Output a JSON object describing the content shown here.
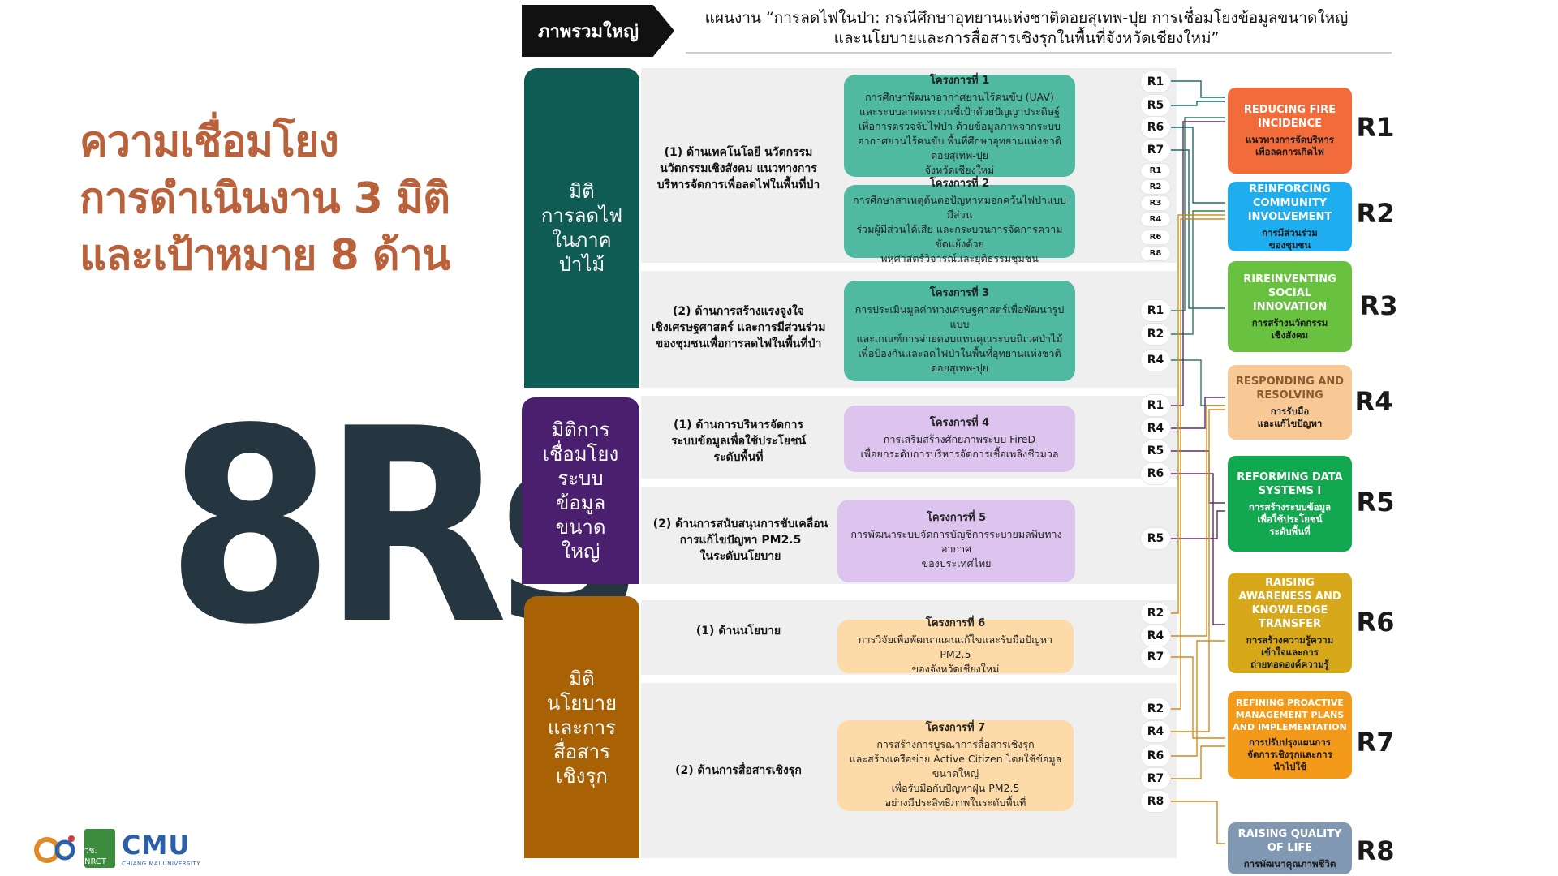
{
  "left": {
    "title_lines": [
      "ความเชื่อมโยง",
      "การดำเนินงาน 3 มิติ",
      "และเป้าหมาย 8 ด้าน"
    ],
    "big_text": "8Rs",
    "logos": {
      "logo_b_text": "วช. NRCT",
      "logo_c_text": "CMU",
      "logo_c_sub": "CHIANG MAI UNIVERSITY"
    }
  },
  "header": {
    "tag": "ภาพรวมใหญ่",
    "line1": "แผนงาน “การลดไฟในป่า: กรณีศึกษาอุทยานแห่งชาติดอยสุเทพ-ปุย การเชื่อมโยงข้อมูลขนาดใหญ่",
    "line2": "และนโยบายและการสื่อสารเชิงรุกในพื้นที่จังหวัดเชียงใหม่”"
  },
  "dimensions": [
    {
      "label": "มิติ\nการลดไฟ\nในภาค\nป่าไม้",
      "color": "#0f5c55"
    },
    {
      "label": "มิติการ\nเชื่อมโยง\nระบบ\nข้อมูล\nขนาด\nใหญ่",
      "color": "#4a1f6e"
    },
    {
      "label": "มิติ\nนโยบาย\nและการ\nสื่อสาร\nเชิงรุก",
      "color": "#a86105"
    }
  ],
  "areas": [
    "(1) ด้านเทคโนโลยี นวัตกรรม\nนวัตกรรมเชิงสังคม แนวทางการ\nบริหารจัดการเพื่อลดไฟในพื้นที่ป่า",
    "(2) ด้านการสร้างแรงจูงใจ\nเชิงเศรษฐศาสตร์ และการมีส่วนร่วม\nของชุมชนเพื่อการลดไฟในพื้นที่ป่า",
    "(1) ด้านการบริหารจัดการ\nระบบข้อมูลเพื่อใช้ประโยชน์\nระดับพื้นที่",
    "(2) ด้านการสนับสนุนการขับเคลื่อน\nการแก้ไขปัญหา PM2.5\nในระดับนโยบาย",
    "(1) ด้านนโยบาย",
    "(2) ด้านการสื่อสารเชิงรุก"
  ],
  "projects": [
    {
      "title": "โครงการที่ 1",
      "desc": "การศึกษาพัฒนาอากาศยานไร้คนขับ (UAV)\nและระบบลาดตระเวนชี้เป้าด้วยปัญญาประดิษฐ์\nเพื่อการตรวจจับไฟป่า ด้วยข้อมูลภาพจากระบบ\nอากาศยานไร้คนขับ พื้นที่ศึกษาอุทยานแห่งชาติดอยสุเทพ-ปุย\nจังหวัดเชียงใหม่",
      "tags": [
        "R1",
        "R5",
        "R6",
        "R7"
      ]
    },
    {
      "title": "โครงการที่ 2",
      "desc": "การศึกษาสาเหตุต้นตอปัญหาหมอกควันไฟป่าแบบมีส่วน\nร่วมผู้มีส่วนได้เสีย และกระบวนการจัดการความขัดแย้งด้วย\nพหุศาสตร์วิจารณ์และยุติธรรมชุมชน",
      "tags": [
        "R1",
        "R2",
        "R3",
        "R4",
        "R6",
        "R8"
      ]
    },
    {
      "title": "โครงการที่ 3",
      "desc": "การประเมินมูลค่าทางเศรษฐศาสตร์เพื่อพัฒนารูปแบบ\nและเกณฑ์การจ่ายตอบแทนคุณระบบนิเวศป่าไม้\nเพื่อป้องกันและลดไฟป่าในพื้นที่อุทยานแห่งชาติ\nดอยสุเทพ-ปุย",
      "tags": [
        "R1",
        "R2",
        "R4"
      ]
    },
    {
      "title": "โครงการที่ 4",
      "desc": "การเสริมสร้างศักยภาพระบบ FireD\nเพื่อยกระดับการบริหารจัดการเชื้อเพลิงชีวมวล",
      "tags": [
        "R1",
        "R4",
        "R5",
        "R6"
      ]
    },
    {
      "title": "โครงการที่ 5",
      "desc": "การพัฒนาระบบจัดการบัญชีการระบายมลพิษทางอากาศ\nของประเทศไทย",
      "tags": [
        "R5"
      ]
    },
    {
      "title": "โครงการที่ 6",
      "desc": "การวิจัยเพื่อพัฒนาแผนแก้ไขและรับมือปัญหา PM2.5\nของจังหวัดเชียงใหม่",
      "tags": [
        "R2",
        "R4",
        "R7"
      ]
    },
    {
      "title": "โครงการที่ 7",
      "desc": "การสร้างการบูรณาการสื่อสารเชิงรุก\nและสร้างเครือข่าย Active Citizen โดยใช้ข้อมูลขนาดใหญ่\nเพื่อรับมือกับปัญหาฝุ่น PM2.5\nอย่างมีประสิทธิภาพในระดับพื้นที่",
      "tags": [
        "R2",
        "R4",
        "R6",
        "R7",
        "R8"
      ]
    }
  ],
  "goals": [
    {
      "code": "R1",
      "en": "Reducing Fire Incidence",
      "th": "แนวทางการจัดบริหาร\nเพื่อลดการเกิดไฟ",
      "color": "#f26b3a"
    },
    {
      "code": "R2",
      "en": "Reinforcing Community Involvement",
      "th": "การมีส่วนร่วม\nของชุมชน",
      "color": "#1eaef0"
    },
    {
      "code": "R3",
      "en": "Rireinventing Social Innovation",
      "th": "การสร้างนวัตกรรม\nเชิงสังคม",
      "color": "#68c23f"
    },
    {
      "code": "R4",
      "en": "Responding and Resolving",
      "th": "การรับมือ\nและแก้ไขปัญหา",
      "color": "#f8c995"
    },
    {
      "code": "R5",
      "en": "Reforming Data Systems I",
      "th": "การสร้างระบบข้อมูล\nเพื่อใช้ประโยชน์\nระดับพื้นที่",
      "color": "#12a850"
    },
    {
      "code": "R6",
      "en": "Raising Awareness and Knowledge Transfer",
      "th": "การสร้างความรู้ความ\nเข้าใจและการ\nถ่ายทอดองค์ความรู้",
      "color": "#d6a81a"
    },
    {
      "code": "R7",
      "en": "Refining Proactive Management Plans and Implementation",
      "th": "การปรับปรุงแผนการ\nจัดการเชิงรุกและการ\nนำไปใช้",
      "color": "#f39a1a"
    },
    {
      "code": "R8",
      "en": "Raising Quality of Life",
      "th": "การพัฒนาคุณภาพชีวิต",
      "color": "#8198b2"
    }
  ]
}
